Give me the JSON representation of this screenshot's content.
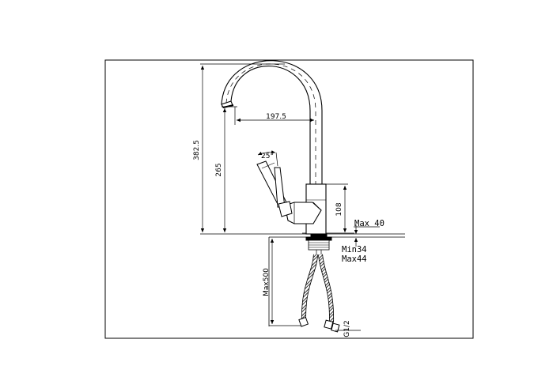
{
  "diagram": {
    "subject": "single-lever swivel kitchen faucet with flexible hoses",
    "line_color": "#000000",
    "background": "#ffffff",
    "dimensions": {
      "spout_reach": "197.5",
      "total_height": "382.5",
      "spout_height": "265",
      "body_height": "108",
      "lever_angle": "25°",
      "max_deck_thickness": "Max 40",
      "hole_min": "Min34",
      "hole_max": "Max44",
      "hose_length": "Max500",
      "thread": "G1/2"
    }
  }
}
